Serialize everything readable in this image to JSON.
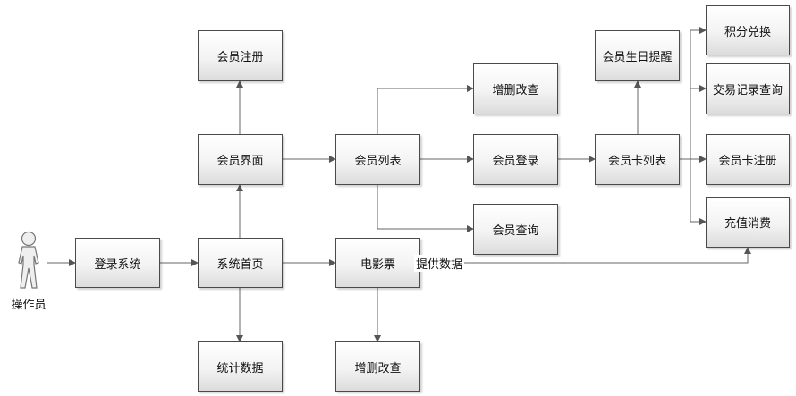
{
  "actor": {
    "label": "操作员"
  },
  "nodes": {
    "login": "登录系统",
    "home": "系统首页",
    "stats": "统计数据",
    "member_ui": "会员界面",
    "member_register": "会员注册",
    "member_list": "会员列表",
    "crud_member": "增删改查",
    "member_login": "会员登录",
    "member_query": "会员查询",
    "card_list": "会员卡列表",
    "birthday": "会员生日提醒",
    "points": "积分兑换",
    "transactions": "交易记录查询",
    "card_register": "会员卡注册",
    "recharge": "充值消费",
    "movie": "电影票",
    "crud_movie": "增删改查"
  },
  "edge_label": "提供数据"
}
